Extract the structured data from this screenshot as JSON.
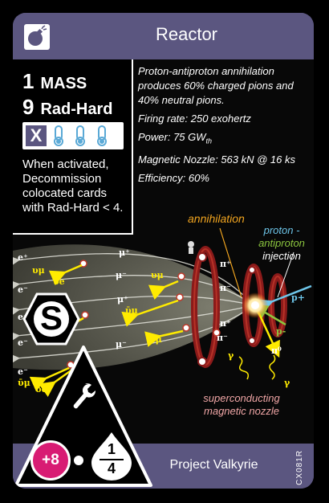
{
  "title": "Reactor",
  "stats": [
    {
      "value": "1",
      "label": "MASS"
    },
    {
      "value": "9",
      "label": "Rad-Hard"
    }
  ],
  "icon_strip": {
    "x_label": "X",
    "thermometer_count": 3,
    "icons": [
      "x-icon",
      "thermometer-icon",
      "thermometer-icon",
      "thermometer-icon"
    ]
  },
  "ability_text": "When activated, Decommission colocated cards with Rad-Hard < 4.",
  "flavor": {
    "description": "Proton-antiproton annihilation produces 60% charged pions and 40% neutral pions.",
    "firing_rate": "Firing rate: 250 exohertz",
    "power_prefix": "Power: 75 GW",
    "power_sub": "th",
    "nozzle": "Magnetic Nozzle: 563 kN @ 16 ks",
    "efficiency": "Efficiency: 60%"
  },
  "diagram": {
    "annihilation": "annihilation",
    "proton": "proton -",
    "antiproton": "antiproton",
    "injection": "injection",
    "nozzle_line1": "superconducting",
    "nozzle_line2": "magnetic nozzle",
    "particles": {
      "p_plus": "p+",
      "p_minus": "p-",
      "pi0": "π⁰",
      "gamma": "γ",
      "pi_plus": "π⁺",
      "pi_minus": "π⁻",
      "mu_plus": "μ⁺",
      "mu_minus": "μ⁻",
      "nu_mu": "υμ",
      "nubar_mu": "ῡμ",
      "nu_e": "υe",
      "e_plus": "e⁺",
      "e_minus": "e⁻"
    }
  },
  "support_letter": "S",
  "cost": "+8",
  "fraction": {
    "numerator": "1",
    "denominator": "4"
  },
  "project": "Project Valkyrie",
  "card_id": "CX081R",
  "colors": {
    "frame": "#5b5680",
    "cost_badge": "#d81b73",
    "annihilation": "#f2a51f",
    "proton": "#6ec6ea",
    "antiproton": "#8cc63f",
    "neutrino": "#ffeb00",
    "nozzle_label": "#f0a6a6",
    "coil": "#8b1a1a"
  }
}
